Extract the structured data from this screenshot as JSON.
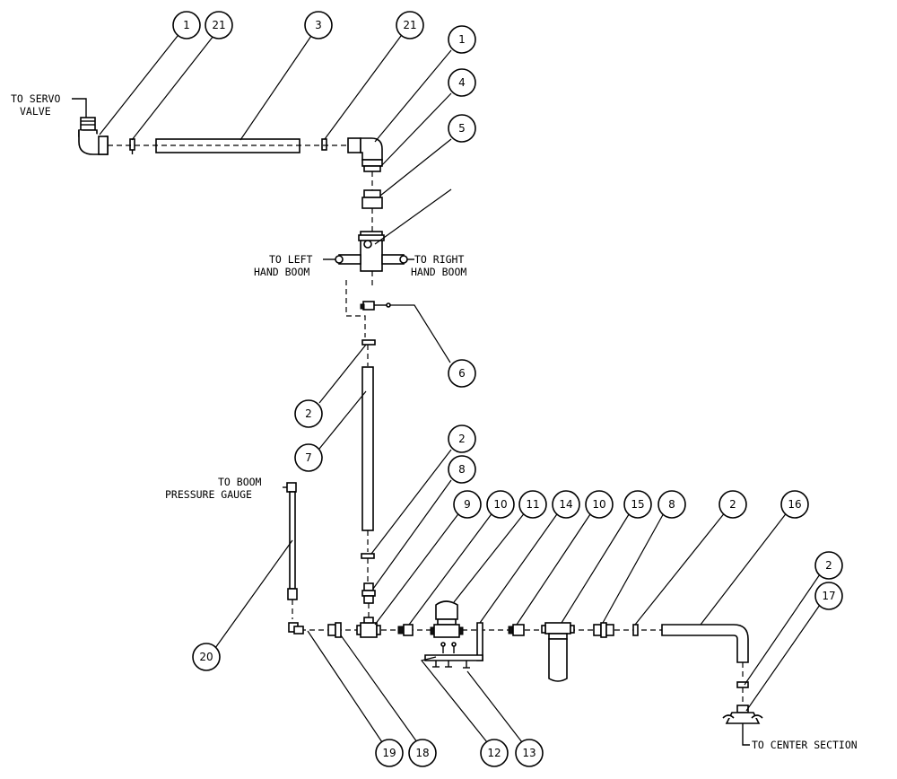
{
  "callouts": [
    {
      "label": "1"
    },
    {
      "label": "21"
    },
    {
      "label": "3"
    },
    {
      "label": "21"
    },
    {
      "label": "1"
    },
    {
      "label": "4"
    },
    {
      "label": "5"
    },
    {
      "label": "6"
    },
    {
      "label": "2"
    },
    {
      "label": "7"
    },
    {
      "label": "2"
    },
    {
      "label": "8"
    },
    {
      "label": "9"
    },
    {
      "label": "10"
    },
    {
      "label": "11"
    },
    {
      "label": "14"
    },
    {
      "label": "10"
    },
    {
      "label": "15"
    },
    {
      "label": "8"
    },
    {
      "label": "2"
    },
    {
      "label": "16"
    },
    {
      "label": "2"
    },
    {
      "label": "17"
    },
    {
      "label": "20"
    },
    {
      "label": "19"
    },
    {
      "label": "18"
    },
    {
      "label": "12"
    },
    {
      "label": "13"
    }
  ],
  "annotations": {
    "servo_valve": [
      "TO SERVO",
      "VALVE"
    ],
    "left_boom": [
      "TO LEFT",
      "HAND BOOM"
    ],
    "right_boom": [
      "TO RIGHT",
      "HAND BOOM"
    ],
    "pressure_gauge": [
      "TO BOOM",
      "PRESSURE GAUGE"
    ],
    "center_section": "TO CENTER SECTION"
  }
}
